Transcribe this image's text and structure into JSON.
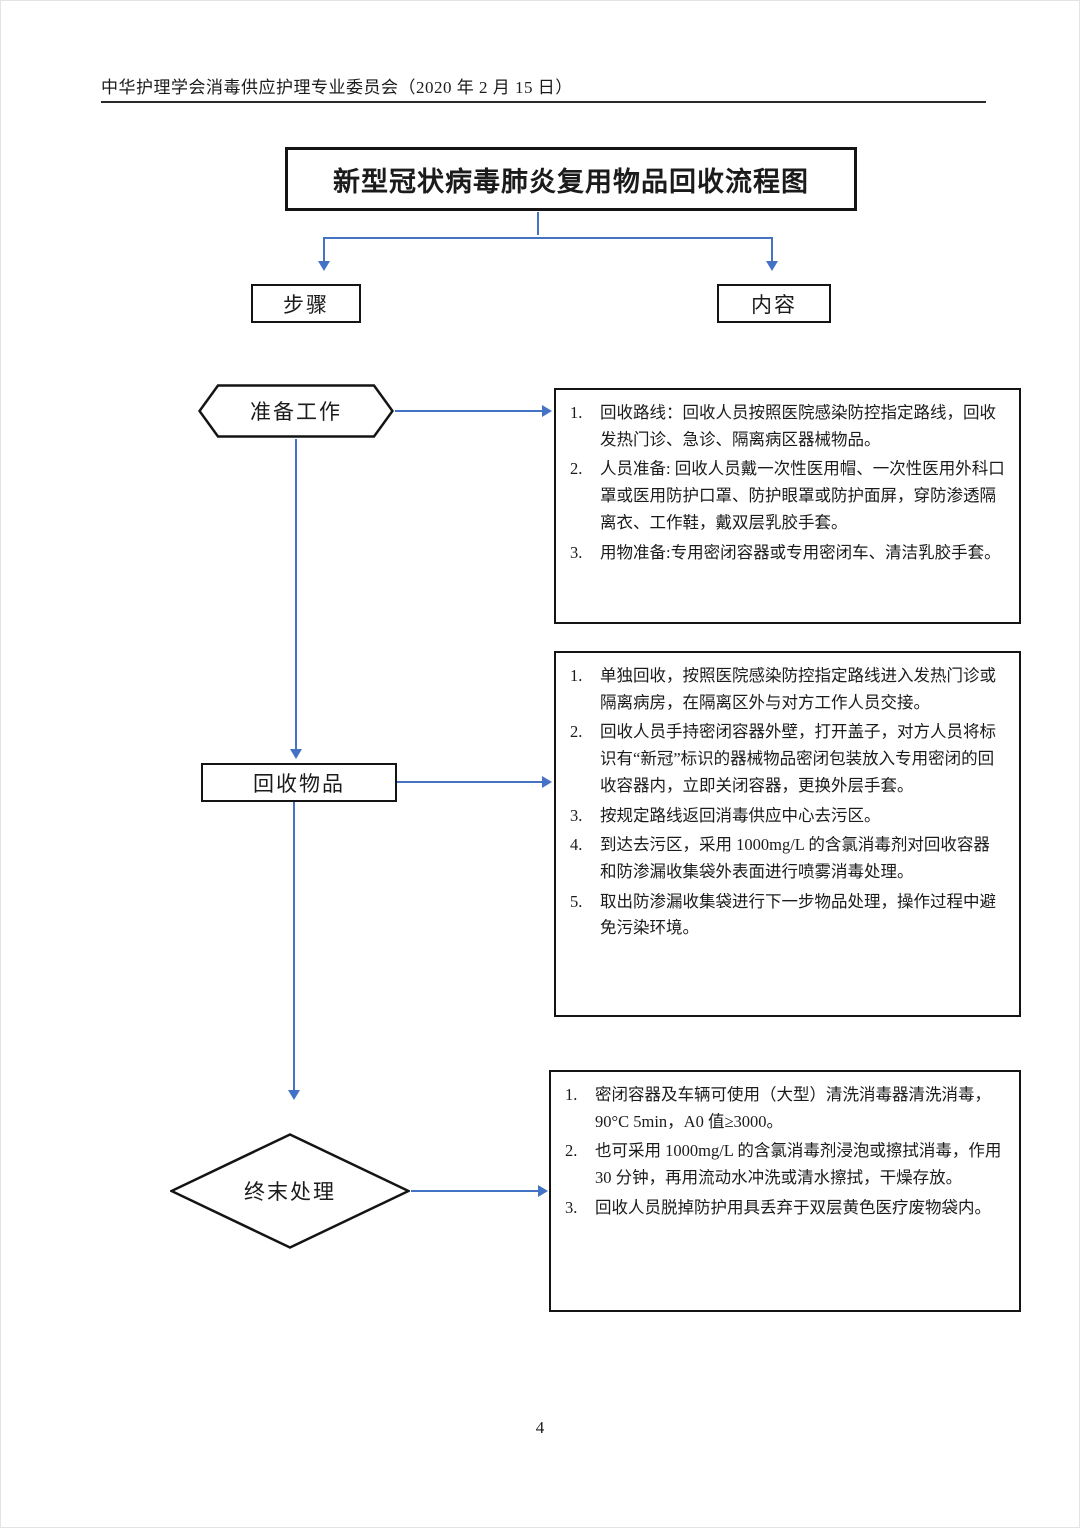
{
  "document": {
    "header": "中华护理学会消毒供应护理专业委员会（2020 年 2 月 15 日）",
    "title": "新型冠状病毒肺炎复用物品回收流程图",
    "page_number": "4"
  },
  "flowchart": {
    "column_headers": {
      "steps": "步骤",
      "content": "内容"
    },
    "steps": [
      {
        "label": "准备工作",
        "shape": "hexagon"
      },
      {
        "label": "回收物品",
        "shape": "rectangle"
      },
      {
        "label": "终末处理",
        "shape": "diamond"
      }
    ],
    "content_boxes": [
      {
        "items": [
          "回收路线：回收人员按照医院感染防控指定路线，回收发热门诊、急诊、隔离病区器械物品。",
          "人员准备: 回收人员戴一次性医用帽、一次性医用外科口罩或医用防护口罩、防护眼罩或防护面屏，穿防渗透隔离衣、工作鞋，戴双层乳胶手套。",
          "用物准备:专用密闭容器或专用密闭车、清洁乳胶手套。"
        ]
      },
      {
        "items": [
          "单独回收，按照医院感染防控指定路线进入发热门诊或隔离病房，在隔离区外与对方工作人员交接。",
          "回收人员手持密闭容器外壁，打开盖子，对方人员将标识有“新冠”标识的器械物品密闭包装放入专用密闭的回收容器内，立即关闭容器，更换外层手套。",
          "按规定路线返回消毒供应中心去污区。",
          "到达去污区，采用 1000mg/L 的含氯消毒剂对回收容器和防渗漏收集袋外表面进行喷雾消毒处理。",
          "取出防渗漏收集袋进行下一步物品处理，操作过程中避免污染环境。"
        ]
      },
      {
        "items": [
          "密闭容器及车辆可使用（大型）清洗消毒器清洗消毒，90°C 5min，A0 值≥3000。",
          "也可采用 1000mg/L 的含氯消毒剂浸泡或擦拭消毒，作用 30 分钟，再用流动水冲洗或清水擦拭，干燥存放。",
          "回收人员脱掉防护用具丢弃于双层黄色医疗废物袋内。"
        ]
      }
    ]
  },
  "colors": {
    "arrow": "#4472C4",
    "border": "#141414"
  }
}
